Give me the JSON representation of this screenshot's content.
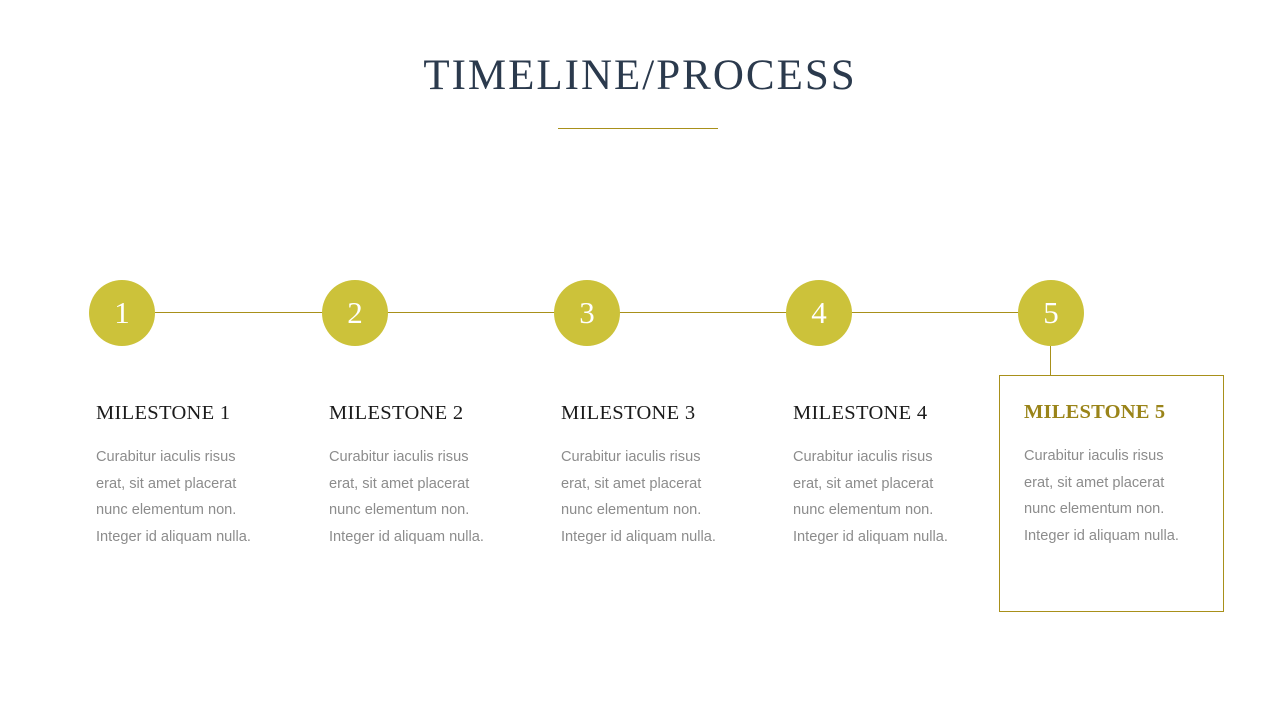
{
  "slide": {
    "title": "TIMELINE/PROCESS",
    "accent_color": "#ccc23a",
    "line_color": "#a8901a",
    "title_color": "#2b3a4d",
    "body_color": "#8c8c8c",
    "highlight_title_color": "#9a8419"
  },
  "timeline": {
    "nodes": [
      {
        "number": "1"
      },
      {
        "number": "2"
      },
      {
        "number": "3"
      },
      {
        "number": "4"
      },
      {
        "number": "5"
      }
    ]
  },
  "milestones": [
    {
      "title": "MILESTONE 1",
      "lines": [
        "Curabitur iaculis risus",
        "erat, sit amet placerat",
        "nunc elementum non.",
        "Integer id aliquam nulla."
      ],
      "highlighted": false
    },
    {
      "title": "MILESTONE 2",
      "lines": [
        "Curabitur iaculis risus",
        "erat, sit amet placerat",
        "nunc elementum non.",
        "Integer id aliquam nulla."
      ],
      "highlighted": false
    },
    {
      "title": "MILESTONE 3",
      "lines": [
        "Curabitur iaculis risus",
        "erat, sit amet placerat",
        "nunc elementum non.",
        "Integer id aliquam nulla."
      ],
      "highlighted": false
    },
    {
      "title": "MILESTONE 4",
      "lines": [
        "Curabitur iaculis risus",
        "erat, sit amet placerat",
        "nunc elementum non.",
        "Integer id aliquam nulla."
      ],
      "highlighted": false
    },
    {
      "title": "MILESTONE 5",
      "lines": [
        "Curabitur iaculis risus",
        "erat, sit amet placerat",
        "nunc elementum non.",
        "Integer id aliquam nulla."
      ],
      "highlighted": true
    }
  ]
}
